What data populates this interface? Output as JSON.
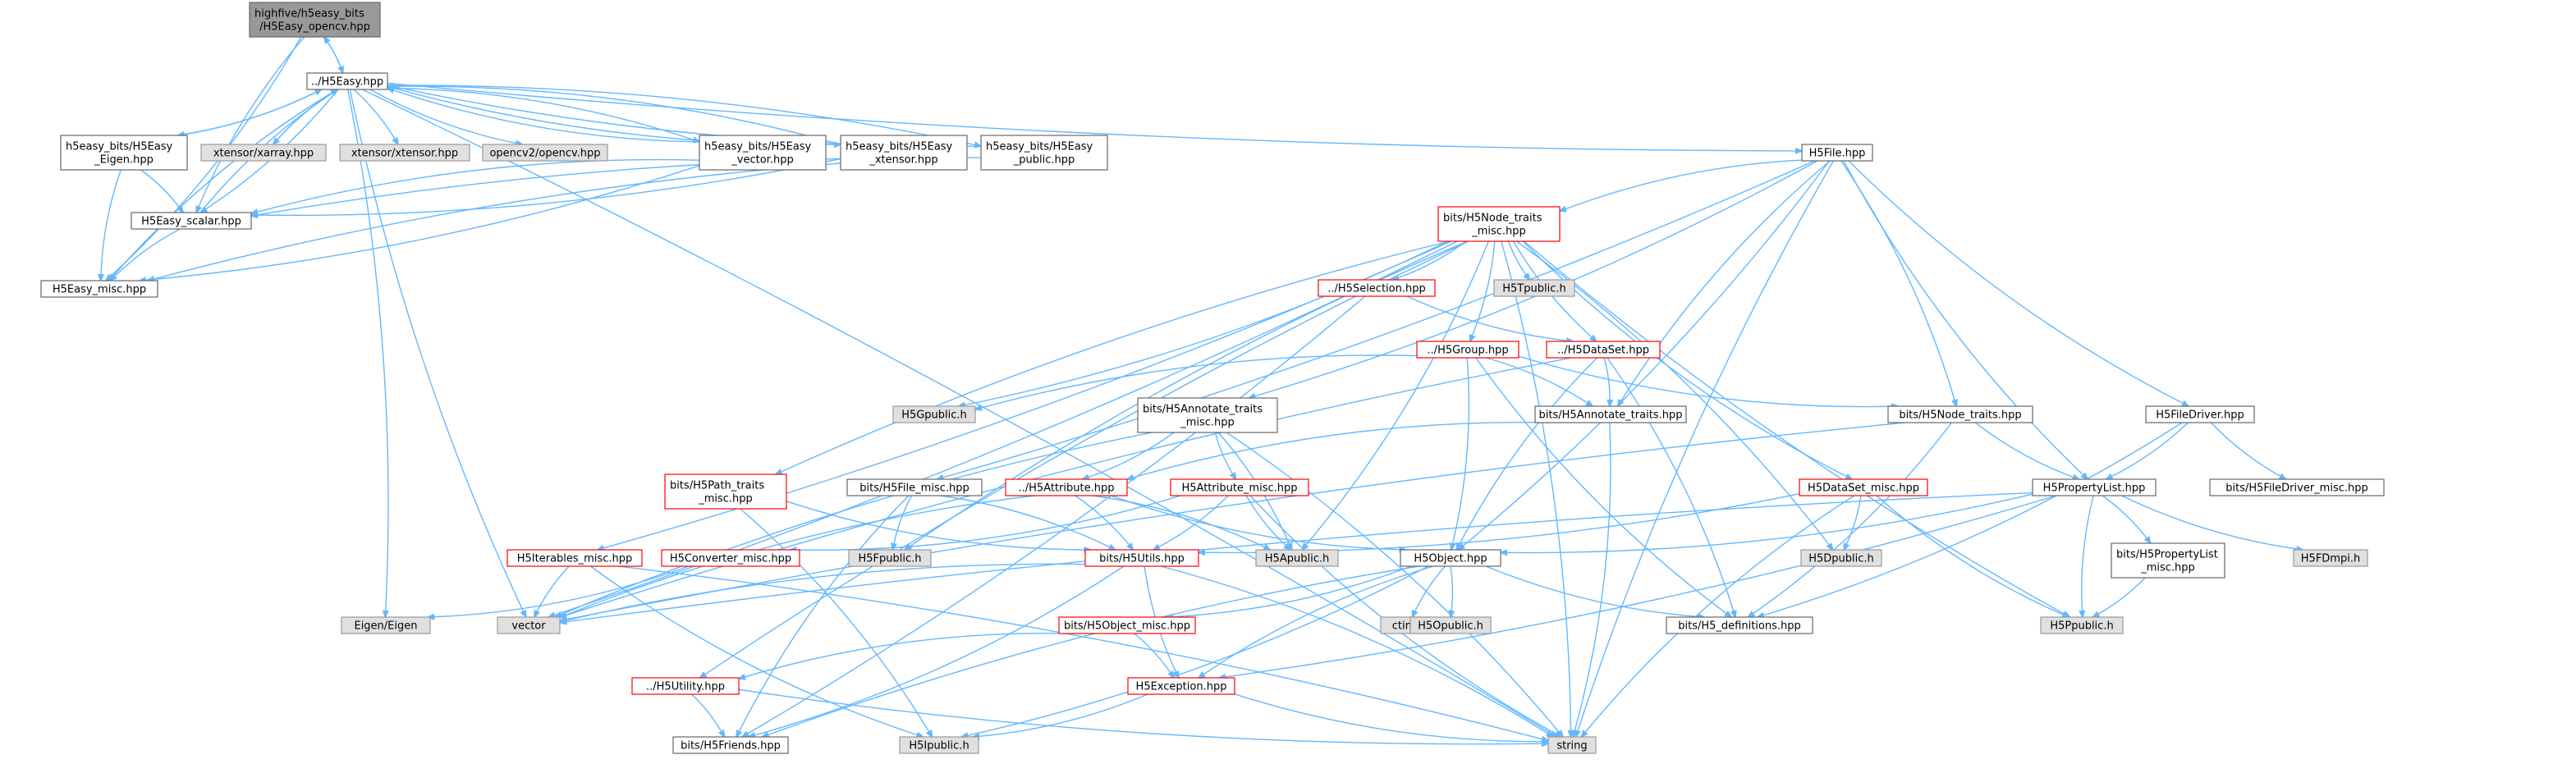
{
  "graph": {
    "colors": {
      "edge": "#63b8ff",
      "root_fill": "#999999",
      "root_stroke": "#666666",
      "node_fill": "#ffffff",
      "node_stroke": "#666666",
      "missing_stroke": "#ff0000",
      "system_fill": "#e0e0e0",
      "system_stroke": "#999999"
    },
    "nodes": [
      {
        "id": "root",
        "kind": "root",
        "lines": [
          "highfive/h5easy_bits",
          "/H5Easy_opencv.hpp"
        ]
      },
      {
        "id": "h5easy",
        "kind": "normal",
        "lines": [
          "../H5Easy.hpp"
        ]
      },
      {
        "id": "eigen_hpp",
        "kind": "normal",
        "lines": [
          "h5easy_bits/H5Easy",
          "_Eigen.hpp"
        ]
      },
      {
        "id": "xarray",
        "kind": "system",
        "lines": [
          "xtensor/xarray.hpp"
        ]
      },
      {
        "id": "xtensor",
        "kind": "system",
        "lines": [
          "xtensor/xtensor.hpp"
        ]
      },
      {
        "id": "opencv",
        "kind": "system",
        "lines": [
          "opencv2/opencv.hpp"
        ]
      },
      {
        "id": "vector_hpp",
        "kind": "normal",
        "lines": [
          "h5easy_bits/H5Easy",
          "_vector.hpp"
        ]
      },
      {
        "id": "xtensor_hpp",
        "kind": "normal",
        "lines": [
          "h5easy_bits/H5Easy",
          "_xtensor.hpp"
        ]
      },
      {
        "id": "public_hpp",
        "kind": "normal",
        "lines": [
          "h5easy_bits/H5Easy",
          "_public.hpp"
        ]
      },
      {
        "id": "scalar",
        "kind": "normal",
        "lines": [
          "H5Easy_scalar.hpp"
        ]
      },
      {
        "id": "misc",
        "kind": "normal",
        "lines": [
          "H5Easy_misc.hpp"
        ]
      },
      {
        "id": "h5file",
        "kind": "normal",
        "lines": [
          "H5File.hpp"
        ]
      },
      {
        "id": "node_traits_misc",
        "kind": "missing",
        "lines": [
          "bits/H5Node_traits",
          "_misc.hpp"
        ]
      },
      {
        "id": "selection",
        "kind": "missing",
        "lines": [
          "../H5Selection.hpp"
        ]
      },
      {
        "id": "tpublic",
        "kind": "system",
        "lines": [
          "H5Tpublic.h"
        ]
      },
      {
        "id": "group",
        "kind": "missing",
        "lines": [
          "../H5Group.hpp"
        ]
      },
      {
        "id": "dataset",
        "kind": "missing",
        "lines": [
          "../H5DataSet.hpp"
        ]
      },
      {
        "id": "gpublic",
        "kind": "system",
        "lines": [
          "H5Gpublic.h"
        ]
      },
      {
        "id": "annot_misc",
        "kind": "normal",
        "lines": [
          "bits/H5Annotate_traits",
          "_misc.hpp"
        ]
      },
      {
        "id": "annot",
        "kind": "normal",
        "lines": [
          "bits/H5Annotate_traits.hpp"
        ]
      },
      {
        "id": "node_traits",
        "kind": "normal",
        "lines": [
          "bits/H5Node_traits.hpp"
        ]
      },
      {
        "id": "filedriver",
        "kind": "normal",
        "lines": [
          "H5FileDriver.hpp"
        ]
      },
      {
        "id": "path_traits_misc",
        "kind": "missing",
        "lines": [
          "bits/H5Path_traits",
          "_misc.hpp"
        ]
      },
      {
        "id": "file_misc",
        "kind": "normal",
        "lines": [
          "bits/H5File_misc.hpp"
        ]
      },
      {
        "id": "attribute",
        "kind": "missing",
        "lines": [
          "../H5Attribute.hpp"
        ]
      },
      {
        "id": "attribute_misc",
        "kind": "missing",
        "lines": [
          "H5Attribute_misc.hpp"
        ]
      },
      {
        "id": "dataset_misc",
        "kind": "missing",
        "lines": [
          "H5DataSet_misc.hpp"
        ]
      },
      {
        "id": "proplist",
        "kind": "normal",
        "lines": [
          "H5PropertyList.hpp"
        ]
      },
      {
        "id": "filedriver_misc",
        "kind": "normal",
        "lines": [
          "bits/H5FileDriver_misc.hpp"
        ]
      },
      {
        "id": "iterables_misc",
        "kind": "missing",
        "lines": [
          "H5Iterables_misc.hpp"
        ]
      },
      {
        "id": "converter_misc",
        "kind": "missing",
        "lines": [
          "H5Converter_misc.hpp"
        ]
      },
      {
        "id": "fpublic",
        "kind": "system",
        "lines": [
          "H5Fpublic.h"
        ]
      },
      {
        "id": "utils",
        "kind": "missing",
        "lines": [
          "bits/H5Utils.hpp"
        ]
      },
      {
        "id": "apublic",
        "kind": "system",
        "lines": [
          "H5Apublic.h"
        ]
      },
      {
        "id": "object",
        "kind": "normal",
        "lines": [
          "H5Object.hpp"
        ]
      },
      {
        "id": "dpublic",
        "kind": "system",
        "lines": [
          "H5Dpublic.h"
        ]
      },
      {
        "id": "proplist_misc",
        "kind": "normal",
        "lines": [
          "bits/H5PropertyList",
          "_misc.hpp"
        ]
      },
      {
        "id": "fdmpi",
        "kind": "system",
        "lines": [
          "H5FDmpi.h"
        ]
      },
      {
        "id": "eigen",
        "kind": "system",
        "lines": [
          "Eigen/Eigen"
        ]
      },
      {
        "id": "vector",
        "kind": "system",
        "lines": [
          "vector"
        ]
      },
      {
        "id": "ctime",
        "kind": "system",
        "lines": [
          "ctime"
        ]
      },
      {
        "id": "opublic",
        "kind": "system",
        "lines": [
          "H5Opublic.h"
        ]
      },
      {
        "id": "definitions",
        "kind": "normal",
        "lines": [
          "bits/H5_definitions.hpp"
        ]
      },
      {
        "id": "ppublic",
        "kind": "system",
        "lines": [
          "H5Ppublic.h"
        ]
      },
      {
        "id": "object_misc",
        "kind": "missing",
        "lines": [
          "bits/H5Object_misc.hpp"
        ]
      },
      {
        "id": "utility",
        "kind": "missing",
        "lines": [
          "../H5Utility.hpp"
        ]
      },
      {
        "id": "exception",
        "kind": "missing",
        "lines": [
          "H5Exception.hpp"
        ]
      },
      {
        "id": "friends",
        "kind": "normal",
        "lines": [
          "bits/H5Friends.hpp"
        ]
      },
      {
        "id": "ipublic",
        "kind": "system",
        "lines": [
          "H5Ipublic.h"
        ]
      },
      {
        "id": "string",
        "kind": "system",
        "lines": [
          "string"
        ]
      }
    ],
    "edges": [
      [
        "root",
        "h5easy"
      ],
      [
        "root",
        "scalar"
      ],
      [
        "root",
        "misc"
      ],
      [
        "h5easy",
        "root"
      ],
      [
        "h5easy",
        "eigen_hpp"
      ],
      [
        "h5easy",
        "xarray"
      ],
      [
        "h5easy",
        "xtensor"
      ],
      [
        "h5easy",
        "opencv"
      ],
      [
        "h5easy",
        "vector_hpp"
      ],
      [
        "h5easy",
        "xtensor_hpp"
      ],
      [
        "h5easy",
        "public_hpp"
      ],
      [
        "h5easy",
        "h5file"
      ],
      [
        "h5easy",
        "scalar"
      ],
      [
        "h5easy",
        "misc"
      ],
      [
        "h5easy",
        "eigen"
      ],
      [
        "h5easy",
        "vector"
      ],
      [
        "h5easy",
        "string"
      ],
      [
        "eigen_hpp",
        "h5easy"
      ],
      [
        "eigen_hpp",
        "scalar"
      ],
      [
        "eigen_hpp",
        "misc"
      ],
      [
        "vector_hpp",
        "h5easy"
      ],
      [
        "vector_hpp",
        "scalar"
      ],
      [
        "vector_hpp",
        "misc"
      ],
      [
        "xtensor_hpp",
        "h5easy"
      ],
      [
        "xtensor_hpp",
        "scalar"
      ],
      [
        "xtensor_hpp",
        "misc"
      ],
      [
        "public_hpp",
        "h5easy"
      ],
      [
        "public_hpp",
        "scalar"
      ],
      [
        "scalar",
        "h5easy"
      ],
      [
        "scalar",
        "misc"
      ],
      [
        "misc",
        "h5easy"
      ],
      [
        "h5file",
        "node_traits_misc"
      ],
      [
        "h5file",
        "annot_misc"
      ],
      [
        "h5file",
        "annot"
      ],
      [
        "h5file",
        "node_traits"
      ],
      [
        "h5file",
        "filedriver"
      ],
      [
        "h5file",
        "file_misc"
      ],
      [
        "h5file",
        "proplist"
      ],
      [
        "h5file",
        "object"
      ],
      [
        "h5file",
        "string"
      ],
      [
        "node_traits_misc",
        "selection"
      ],
      [
        "node_traits_misc",
        "tpublic"
      ],
      [
        "node_traits_misc",
        "group"
      ],
      [
        "node_traits_misc",
        "dataset"
      ],
      [
        "node_traits_misc",
        "gpublic"
      ],
      [
        "node_traits_misc",
        "dataset_misc"
      ],
      [
        "node_traits_misc",
        "iterables_misc"
      ],
      [
        "node_traits_misc",
        "path_traits_misc"
      ],
      [
        "node_traits_misc",
        "apublic"
      ],
      [
        "node_traits_misc",
        "fpublic"
      ],
      [
        "node_traits_misc",
        "dpublic"
      ],
      [
        "node_traits_misc",
        "ppublic"
      ],
      [
        "node_traits_misc",
        "vector"
      ],
      [
        "node_traits_misc",
        "utility"
      ],
      [
        "node_traits_misc",
        "string"
      ],
      [
        "selection",
        "dataset"
      ],
      [
        "selection",
        "friends"
      ],
      [
        "group",
        "gpublic"
      ],
      [
        "group",
        "annot"
      ],
      [
        "group",
        "node_traits"
      ],
      [
        "group",
        "object"
      ],
      [
        "group",
        "definitions"
      ],
      [
        "dataset",
        "annot"
      ],
      [
        "dataset",
        "object"
      ],
      [
        "dataset",
        "definitions"
      ],
      [
        "dataset",
        "vector"
      ],
      [
        "annot_misc",
        "attribute"
      ],
      [
        "annot_misc",
        "attribute_misc"
      ],
      [
        "annot_misc",
        "apublic"
      ],
      [
        "annot_misc",
        "vector"
      ],
      [
        "annot_misc",
        "string"
      ],
      [
        "annot",
        "attribute"
      ],
      [
        "annot",
        "string"
      ],
      [
        "node_traits",
        "proplist"
      ],
      [
        "node_traits",
        "definitions"
      ],
      [
        "node_traits",
        "vector"
      ],
      [
        "filedriver",
        "proplist"
      ],
      [
        "filedriver",
        "filedriver_misc"
      ],
      [
        "filedriver",
        "definitions"
      ],
      [
        "path_traits_misc",
        "utils"
      ],
      [
        "path_traits_misc",
        "ipublic"
      ],
      [
        "file_misc",
        "fpublic"
      ],
      [
        "file_misc",
        "utils"
      ],
      [
        "file_misc",
        "friends"
      ],
      [
        "attribute",
        "utils"
      ],
      [
        "attribute",
        "object"
      ],
      [
        "attribute",
        "apublic"
      ],
      [
        "attribute",
        "vector"
      ],
      [
        "attribute_misc",
        "converter_misc"
      ],
      [
        "attribute_misc",
        "apublic"
      ],
      [
        "attribute_misc",
        "utils"
      ],
      [
        "attribute_misc",
        "string"
      ],
      [
        "dataset_misc",
        "dpublic"
      ],
      [
        "dataset_misc",
        "ppublic"
      ],
      [
        "dataset_misc",
        "utils"
      ],
      [
        "dataset_misc",
        "string"
      ],
      [
        "proplist",
        "object"
      ],
      [
        "proplist",
        "fdmpi"
      ],
      [
        "proplist",
        "proplist_misc"
      ],
      [
        "proplist",
        "ppublic"
      ],
      [
        "proplist",
        "exception"
      ],
      [
        "proplist",
        "vector"
      ],
      [
        "proplist_misc",
        "ppublic"
      ],
      [
        "iterables_misc",
        "vector"
      ],
      [
        "iterables_misc",
        "string"
      ],
      [
        "iterables_misc",
        "ipublic"
      ],
      [
        "converter_misc",
        "eigen"
      ],
      [
        "utils",
        "exception"
      ],
      [
        "utils",
        "friends"
      ],
      [
        "utils",
        "vector"
      ],
      [
        "utils",
        "string"
      ],
      [
        "object",
        "ctime"
      ],
      [
        "object",
        "opublic"
      ],
      [
        "object",
        "definitions"
      ],
      [
        "object",
        "object_misc"
      ],
      [
        "object",
        "friends"
      ],
      [
        "object",
        "ipublic"
      ],
      [
        "object",
        "exception"
      ],
      [
        "object_misc",
        "exception"
      ],
      [
        "object_misc",
        "utility"
      ],
      [
        "utility",
        "friends"
      ],
      [
        "utility",
        "string"
      ],
      [
        "exception",
        "ipublic"
      ],
      [
        "exception",
        "string"
      ]
    ]
  }
}
